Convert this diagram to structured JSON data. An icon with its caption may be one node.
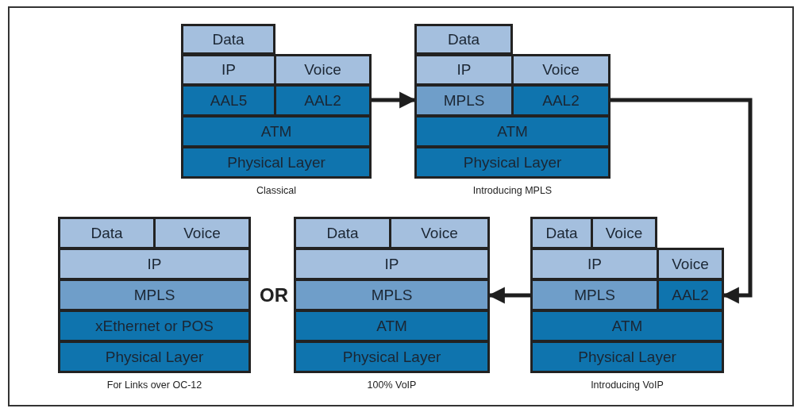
{
  "diagram": {
    "nodes": [
      {
        "text": [
          "Classical"
        ]
      },
      {
        "text": [
          "Data"
        ],
        "in": 0
      },
      {
        "text": [
          "IP"
        ],
        "in": 0
      },
      {
        "text": [
          "Voice"
        ],
        "in": 0
      },
      {
        "text": [
          "AAL5"
        ],
        "in": 0
      },
      {
        "text": [
          "AAL2"
        ],
        "in": 0
      },
      {
        "text": [
          "ATM"
        ],
        "in": 0
      },
      {
        "text": [
          "Physical Layer"
        ],
        "in": 0
      },
      {
        "text": [
          "Introducing MPLS"
        ]
      },
      {
        "text": [
          "Data"
        ],
        "in": 8
      },
      {
        "text": [
          "IP"
        ],
        "in": 8
      },
      {
        "text": [
          "Voice"
        ],
        "in": 8
      },
      {
        "text": [
          "MPLS"
        ],
        "in": 8
      },
      {
        "text": [
          "AAL2"
        ],
        "in": 8
      },
      {
        "text": [
          "ATM"
        ],
        "in": 8
      },
      {
        "text": [
          "Physical Layer"
        ],
        "in": 8
      },
      {
        "text": [
          "For Links over OC-12"
        ]
      },
      {
        "text": [
          "Data"
        ],
        "in": 16
      },
      {
        "text": [
          "Voice"
        ],
        "in": 16
      },
      {
        "text": [
          "IP"
        ],
        "in": 16
      },
      {
        "text": [
          "MPLS"
        ],
        "in": 16
      },
      {
        "text": [
          "xEthernet or POS"
        ],
        "in": 16
      },
      {
        "text": [
          "Physical Layer"
        ],
        "in": 16
      },
      {
        "text": [
          "100% VoIP"
        ]
      },
      {
        "text": [
          "Data"
        ],
        "in": 23
      },
      {
        "text": [
          "Voice"
        ],
        "in": 23
      },
      {
        "text": [
          "IP"
        ],
        "in": 23
      },
      {
        "text": [
          "MPLS"
        ],
        "in": 23
      },
      {
        "text": [
          "ATM"
        ],
        "in": 23
      },
      {
        "text": [
          "Physical Layer"
        ],
        "in": 23
      },
      {
        "text": [
          "Introducing VoIP"
        ]
      },
      {
        "text": [
          "Data"
        ],
        "in": 30
      },
      {
        "text": [
          "Voice"
        ],
        "in": 30
      },
      {
        "text": [
          "IP"
        ],
        "in": 30
      },
      {
        "text": [
          "Voice"
        ],
        "in": 30
      },
      {
        "text": [
          "MPLS"
        ],
        "in": 30
      },
      {
        "text": [
          "AAL2"
        ],
        "in": 30
      },
      {
        "text": [
          "ATM"
        ],
        "in": 30
      },
      {
        "text": [
          "Physical Layer"
        ],
        "in": 30
      }
    ],
    "edges": [
      {
        "from": 0,
        "to": 8,
        "arrow": "to"
      },
      {
        "from": 8,
        "to": 30,
        "arrow": "to"
      },
      {
        "from": 30,
        "to": 23,
        "arrow": "to"
      }
    ],
    "labels": [
      "OR"
    ]
  }
}
